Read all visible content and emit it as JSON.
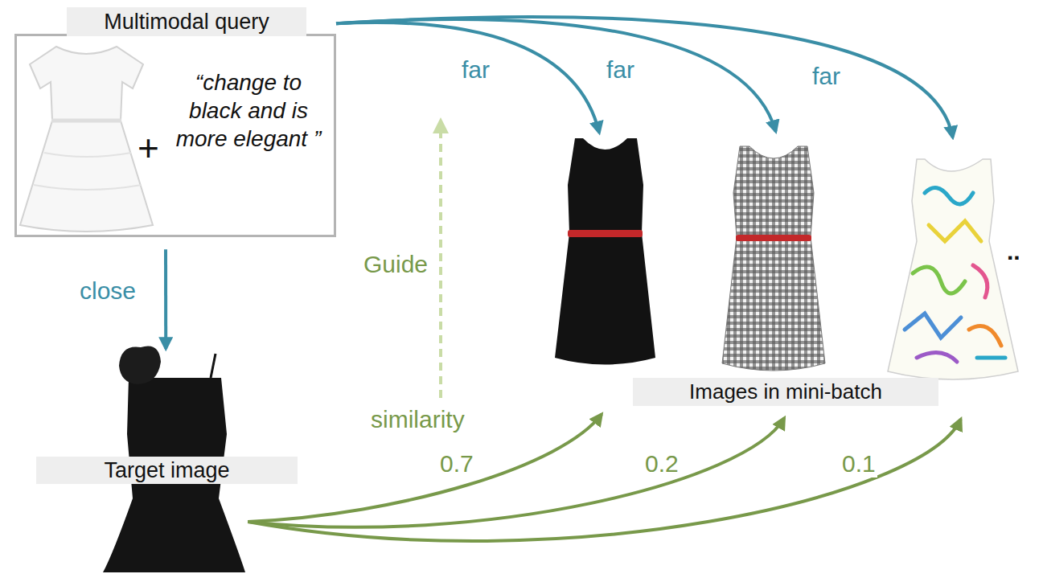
{
  "diagram": {
    "nodes": [
      {
        "text": [
          "Multimodal query",
          "+",
          "“change to black and is more elegant ”"
        ]
      },
      {
        "text": [
          "Target image"
        ]
      },
      {
        "text": [
          "Images in mini-batch"
        ]
      }
    ],
    "edges": [
      {
        "from": 0,
        "to": 1,
        "arrow": "to",
        "label": "close"
      },
      {
        "from": 0,
        "to": 2,
        "arrow": "to",
        "label": "far"
      },
      {
        "from": 0,
        "to": 2,
        "arrow": "to",
        "label": "far"
      },
      {
        "from": 0,
        "to": 2,
        "arrow": "to",
        "label": "far"
      },
      {
        "from": 1,
        "to": 2,
        "arrow": "to",
        "label": "0.7"
      },
      {
        "from": 1,
        "to": 2,
        "arrow": "to",
        "label": "0.2"
      },
      {
        "from": 1,
        "to": 2,
        "arrow": "to",
        "label": "0.1"
      }
    ],
    "labels": [
      "Guide",
      "similarity",
      ".."
    ]
  }
}
